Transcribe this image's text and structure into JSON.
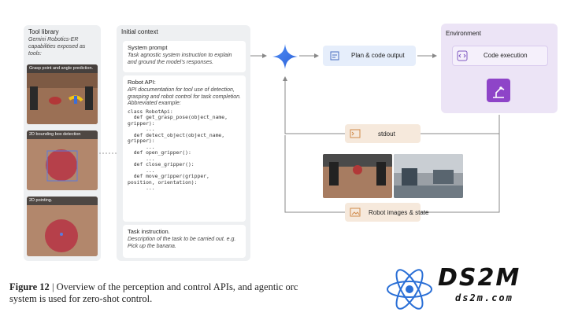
{
  "tool_library": {
    "title": "Tool library",
    "subtitle": "Gemini Robotics-ER capabilities exposed as tools:",
    "images": [
      {
        "caption": "Grasp point and angle prediction."
      },
      {
        "caption": "2D bounding box detection"
      },
      {
        "caption": "2D pointing."
      }
    ]
  },
  "initial_context": {
    "title": "Initial context",
    "system_prompt": {
      "heading": "System prompt",
      "text": "Task agnostic system instruction to explain and ground the model's responses."
    },
    "robot_api": {
      "heading": "Robot API:",
      "text": "API documentation for tool use of detection, grasping and robot control for task completion.",
      "example_label": "Abbreviated example:",
      "code": "class RobotApi:\n  def get_grasp_pose(object_name,\ngripper):\n      ...\n  def detect_object(object_name,\ngripper):\n      ...\n  def open_gripper():\n      ...\n  def close_gripper():\n      ...\n  def move_gripper(gripper,\nposition, orientation):\n      ..."
    },
    "task_instruction": {
      "heading": "Task instruction.",
      "text": "Description of the task to be carried out. e.g. Pick up the banana."
    }
  },
  "flow": {
    "plan_output": "Plan & code output",
    "stdout": "stdout",
    "robot_images": "Robot images & state"
  },
  "environment": {
    "title": "Environment",
    "code_execution": "Code execution"
  },
  "caption": {
    "label": "Figure 12",
    "text": " | Overview of the perception and control APIs, and agentic orc",
    "line2": "system is used for zero-shot control."
  },
  "watermark": {
    "text": "DS2M",
    "sub": "ds2m.com"
  },
  "colors": {
    "accent_blue": "#4285f4",
    "env_purple": "#7e57c2",
    "stdout_orange": "#e8a060"
  }
}
